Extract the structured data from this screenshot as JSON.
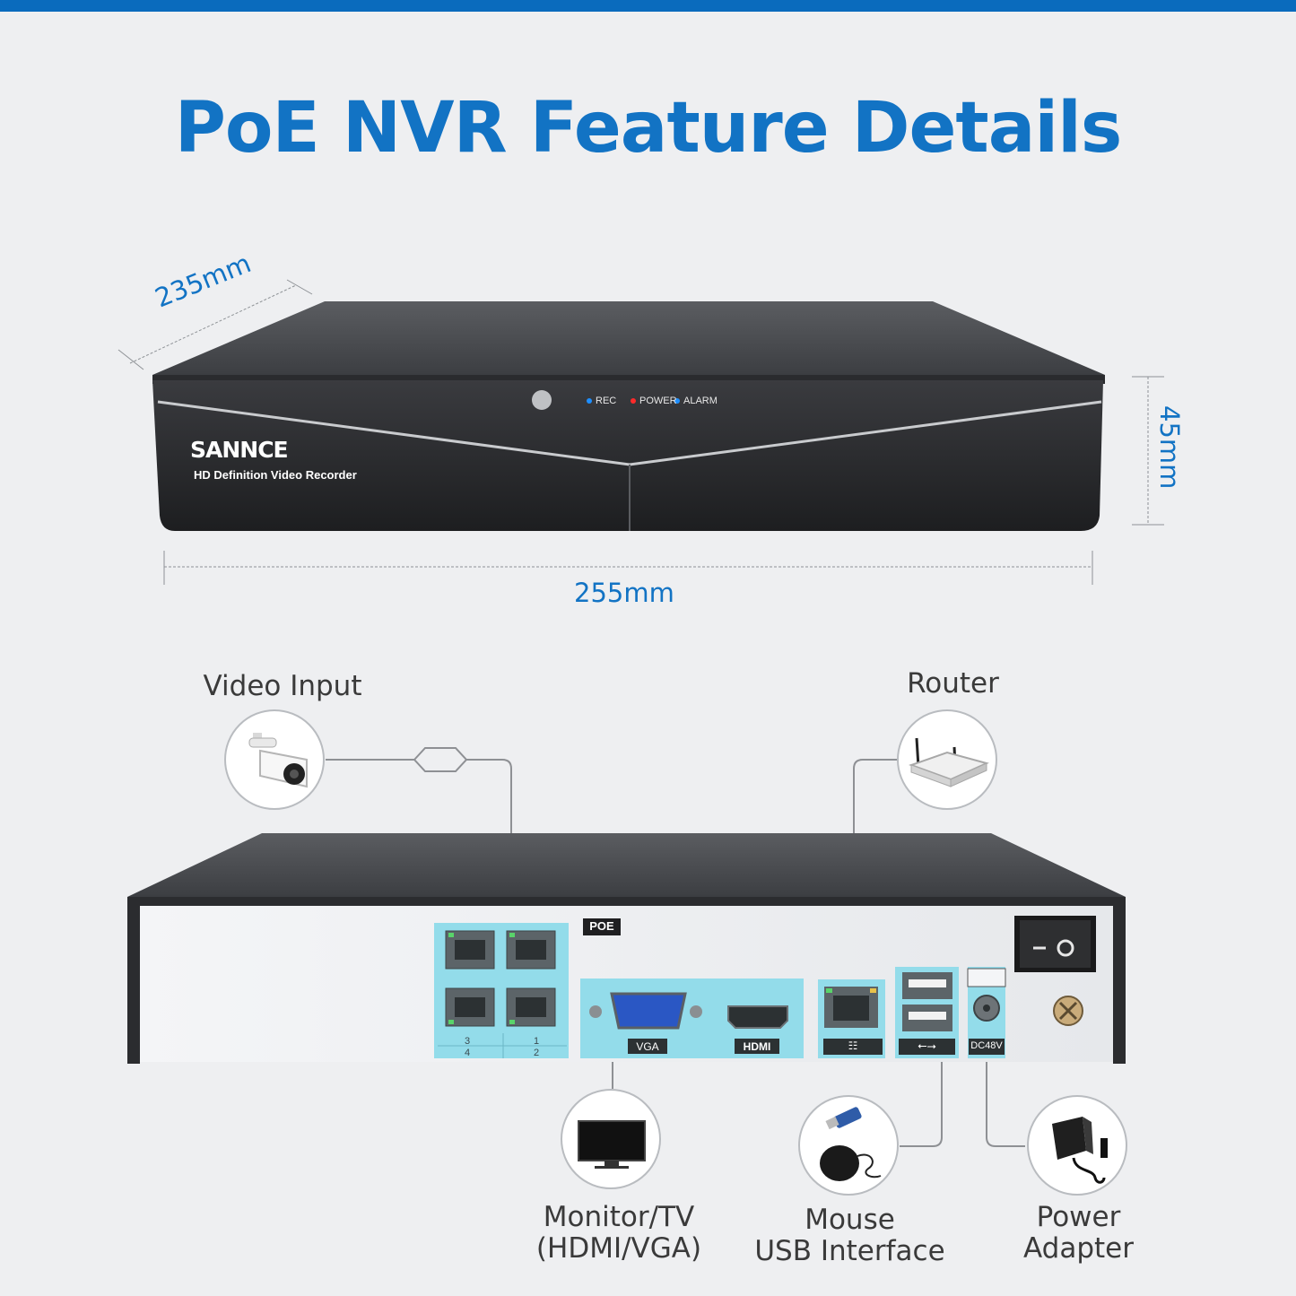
{
  "page": {
    "title": "PoE NVR Feature Details",
    "accent": "#1273c4"
  },
  "dimensions": {
    "depth": "235mm",
    "height": "45mm",
    "width": "255mm"
  },
  "front_panel": {
    "brand": "SANNCE",
    "subtitle": "HD Definition Video Recorder",
    "indicators": [
      "REC",
      "POWER",
      "ALARM"
    ]
  },
  "rear_panel": {
    "poe_label": "POE",
    "port_numbers": [
      "3",
      "1",
      "4",
      "2"
    ],
    "vga_label": "VGA",
    "hdmi_label": "HDMI",
    "dc_label": "DC48V"
  },
  "connections": {
    "video_input": "Video Input",
    "router": "Router",
    "monitor": [
      "Monitor/TV",
      "(HDMI/VGA)"
    ],
    "mouse": [
      "Mouse",
      "USB Interface"
    ],
    "power": [
      "Power",
      "Adapter"
    ]
  },
  "icons": [
    "camera-icon",
    "router-icon",
    "monitor-icon",
    "mouse-icon",
    "power-adapter-icon"
  ]
}
